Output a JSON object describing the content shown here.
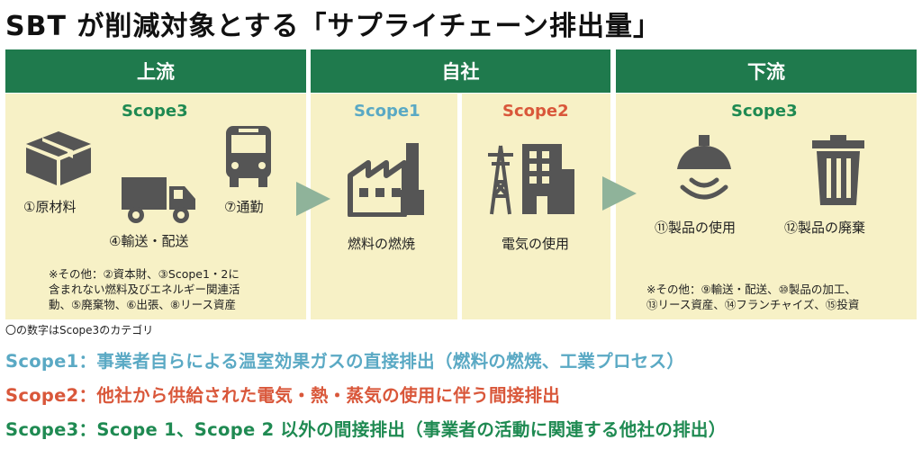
{
  "title": "SBT が削減対象とする「サプライチェーン排出量」",
  "sections": {
    "upstream": "上流",
    "own": "自社",
    "downstream": "下流"
  },
  "scopes": {
    "upstream_scope": "Scope3",
    "scope1": "Scope1",
    "scope2": "Scope2",
    "downstream_scope": "Scope3"
  },
  "upstream_items": {
    "raw_materials": "①原材料",
    "transport": "④輸送・配送",
    "commute": "⑦通勤"
  },
  "upstream_note": {
    "line1": "※その他：②資本財、③Scope1・2に",
    "line2": "含まれない燃料及びエネルギー関連活",
    "line3": "動、⑤廃棄物、⑥出張、⑧リース資産"
  },
  "own_items": {
    "fuel": "燃料の燃焼",
    "electricity": "電気の使用"
  },
  "downstream_items": {
    "product_use": "⑪製品の使用",
    "product_disposal": "⑫製品の廃棄"
  },
  "downstream_note": {
    "line1": "※その他：⑨輸送・配送、⑩製品の加工、",
    "line2": "⑬リース資産、⑭フランチャイズ、⑮投資"
  },
  "footnote": "〇の数字はScope3のカテゴリ",
  "definitions": {
    "scope1": "Scope1：事業者自らによる温室効果ガスの直接排出（燃料の燃焼、工業プロセス）",
    "scope2": "Scope2：他社から供給された電気・熱・蒸気の使用に伴う間接排出",
    "scope3": "Scope3：Scope 1、Scope 2 以外の間接排出（事業者の活動に関連する他社の排出）"
  },
  "colors": {
    "header_green": "#1f7a4d",
    "panel_yellow": "#f7f1c6",
    "scope1_blue": "#5aa9c4",
    "scope2_red": "#d9573a",
    "scope3_green": "#1f8a52",
    "icon_gray": "#555555",
    "arrow_sage": "#8fb39a"
  }
}
